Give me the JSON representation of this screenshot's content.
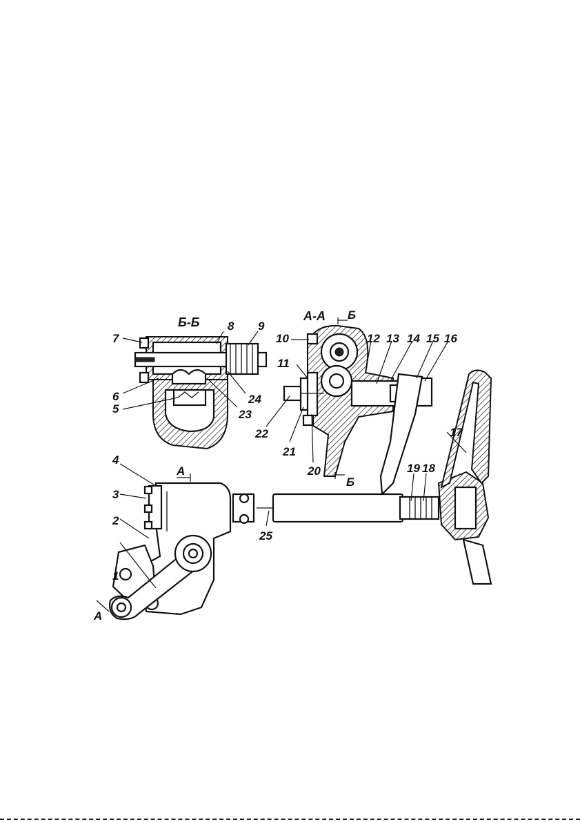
{
  "section_labels": {
    "bb": "Б-Б",
    "aa": "А-А",
    "cut_b_top": "Б",
    "cut_b_bottom": "Б",
    "cut_a_top": "А",
    "cut_a_bottom": "А"
  },
  "callouts": [
    "1",
    "2",
    "3",
    "4",
    "5",
    "6",
    "7",
    "8",
    "9",
    "10",
    "11",
    "12",
    "13",
    "14",
    "15",
    "16",
    "17",
    "18",
    "19",
    "20",
    "21",
    "22",
    "23",
    "24",
    "25"
  ]
}
